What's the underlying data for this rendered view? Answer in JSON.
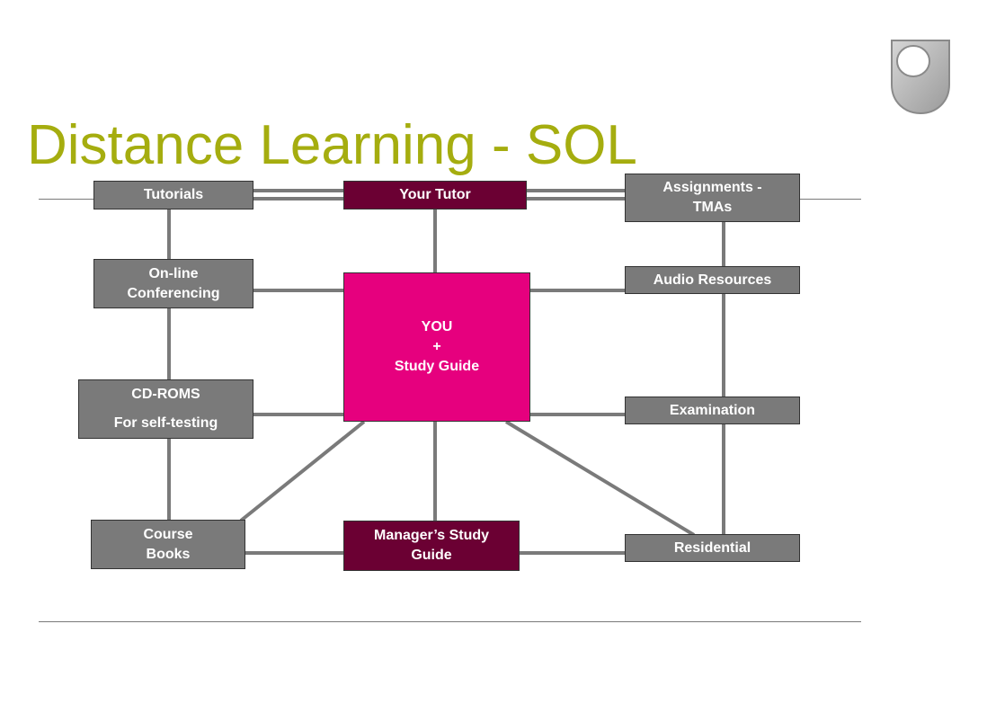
{
  "title": "Distance Learning - SOL",
  "colors": {
    "title": "#a5ad0f",
    "grey_box": "#7a7a7a",
    "dark_box": "#6b0033",
    "center_box": "#e6007e",
    "connector": "#7a7a7a",
    "logo": "#b8b8b8"
  },
  "logo": {
    "icon": "open-university-shield-icon"
  },
  "diagram": {
    "nodes": {
      "tutorials": "Tutorials",
      "your_tutor": "Your Tutor",
      "assignments": "Assignments -\nTMAs",
      "online_conferencing": "On-line\nConferencing",
      "audio_resources": "Audio Resources",
      "center": "YOU\n+\nStudy Guide",
      "cd_roms": "CD-ROMS\nFor self-testing",
      "examination": "Examination",
      "course_books": "Course\nBooks",
      "managers_guide": "Manager’s Study\nGuide",
      "residential": "Residential"
    }
  }
}
